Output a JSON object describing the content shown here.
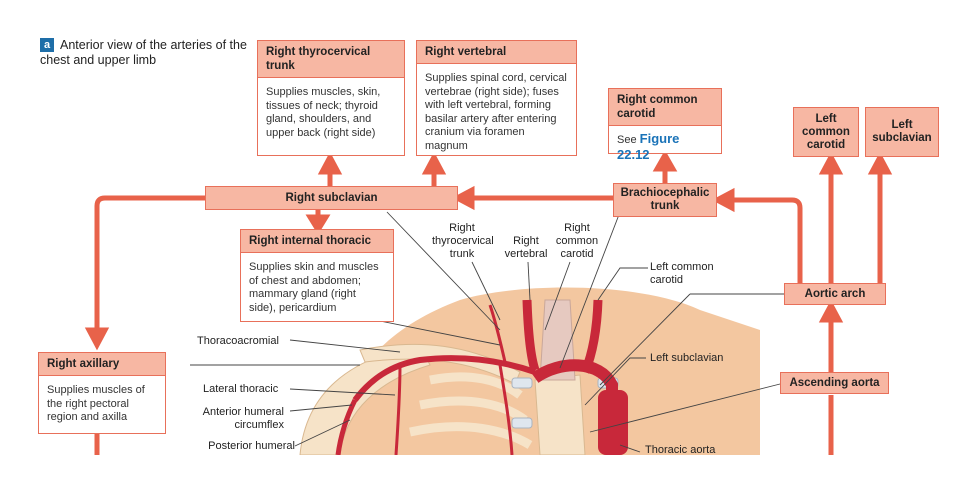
{
  "caption": {
    "tag": "a",
    "text": "Anterior view of the arteries of the chest and upper limb"
  },
  "boxes": {
    "right_thyrocervical": {
      "title": "Right thyrocervical trunk",
      "body": "Supplies muscles, skin, tissues of neck; thyroid gland, shoulders, and upper back (right side)"
    },
    "right_vertebral": {
      "title": "Right vertebral",
      "body": "Supplies spinal cord, cervical vertebrae (right side); fuses with left vertebral, forming basilar artery after entering cranium via foramen magnum"
    },
    "right_common_carotid": {
      "title": "Right common carotid",
      "see": "See",
      "ref": "Figure 22.12"
    },
    "right_internal_thoracic": {
      "title": "Right internal thoracic",
      "body": "Supplies skin and muscles of chest and abdomen; mammary gland (right side), pericardium"
    },
    "right_axillary": {
      "title": "Right axillary",
      "body": "Supplies muscles of the right pectoral region and axilla"
    }
  },
  "pills": {
    "left_common_carotid": "Left common carotid",
    "left_subclavian": "Left subclavian",
    "right_subclavian": "Right subclavian",
    "brachiocephalic": "Brachiocephalic trunk",
    "aortic_arch": "Aortic arch",
    "ascending_aorta": "Ascending aorta"
  },
  "labels": {
    "right_thyrocervical_trunk": "Right thyrocervical trunk",
    "right_vertebral": "Right vertebral",
    "right_common_carotid": "Right common carotid",
    "left_common_carotid": "Left common carotid",
    "left_subclavian": "Left subclavian",
    "thoracoacromial": "Thoracoacromial",
    "lateral_thoracic": "Lateral thoracic",
    "anterior_humeral": "Anterior humeral circumflex",
    "posterior_humeral": "Posterior humeral",
    "thoracic_aorta": "Thoracic aorta"
  },
  "colors": {
    "arrow": "#e8624a",
    "box_fill": "#f7b7a3",
    "box_border": "#e8705a",
    "skin": "#f3c7a0",
    "artery": "#c8283a"
  }
}
